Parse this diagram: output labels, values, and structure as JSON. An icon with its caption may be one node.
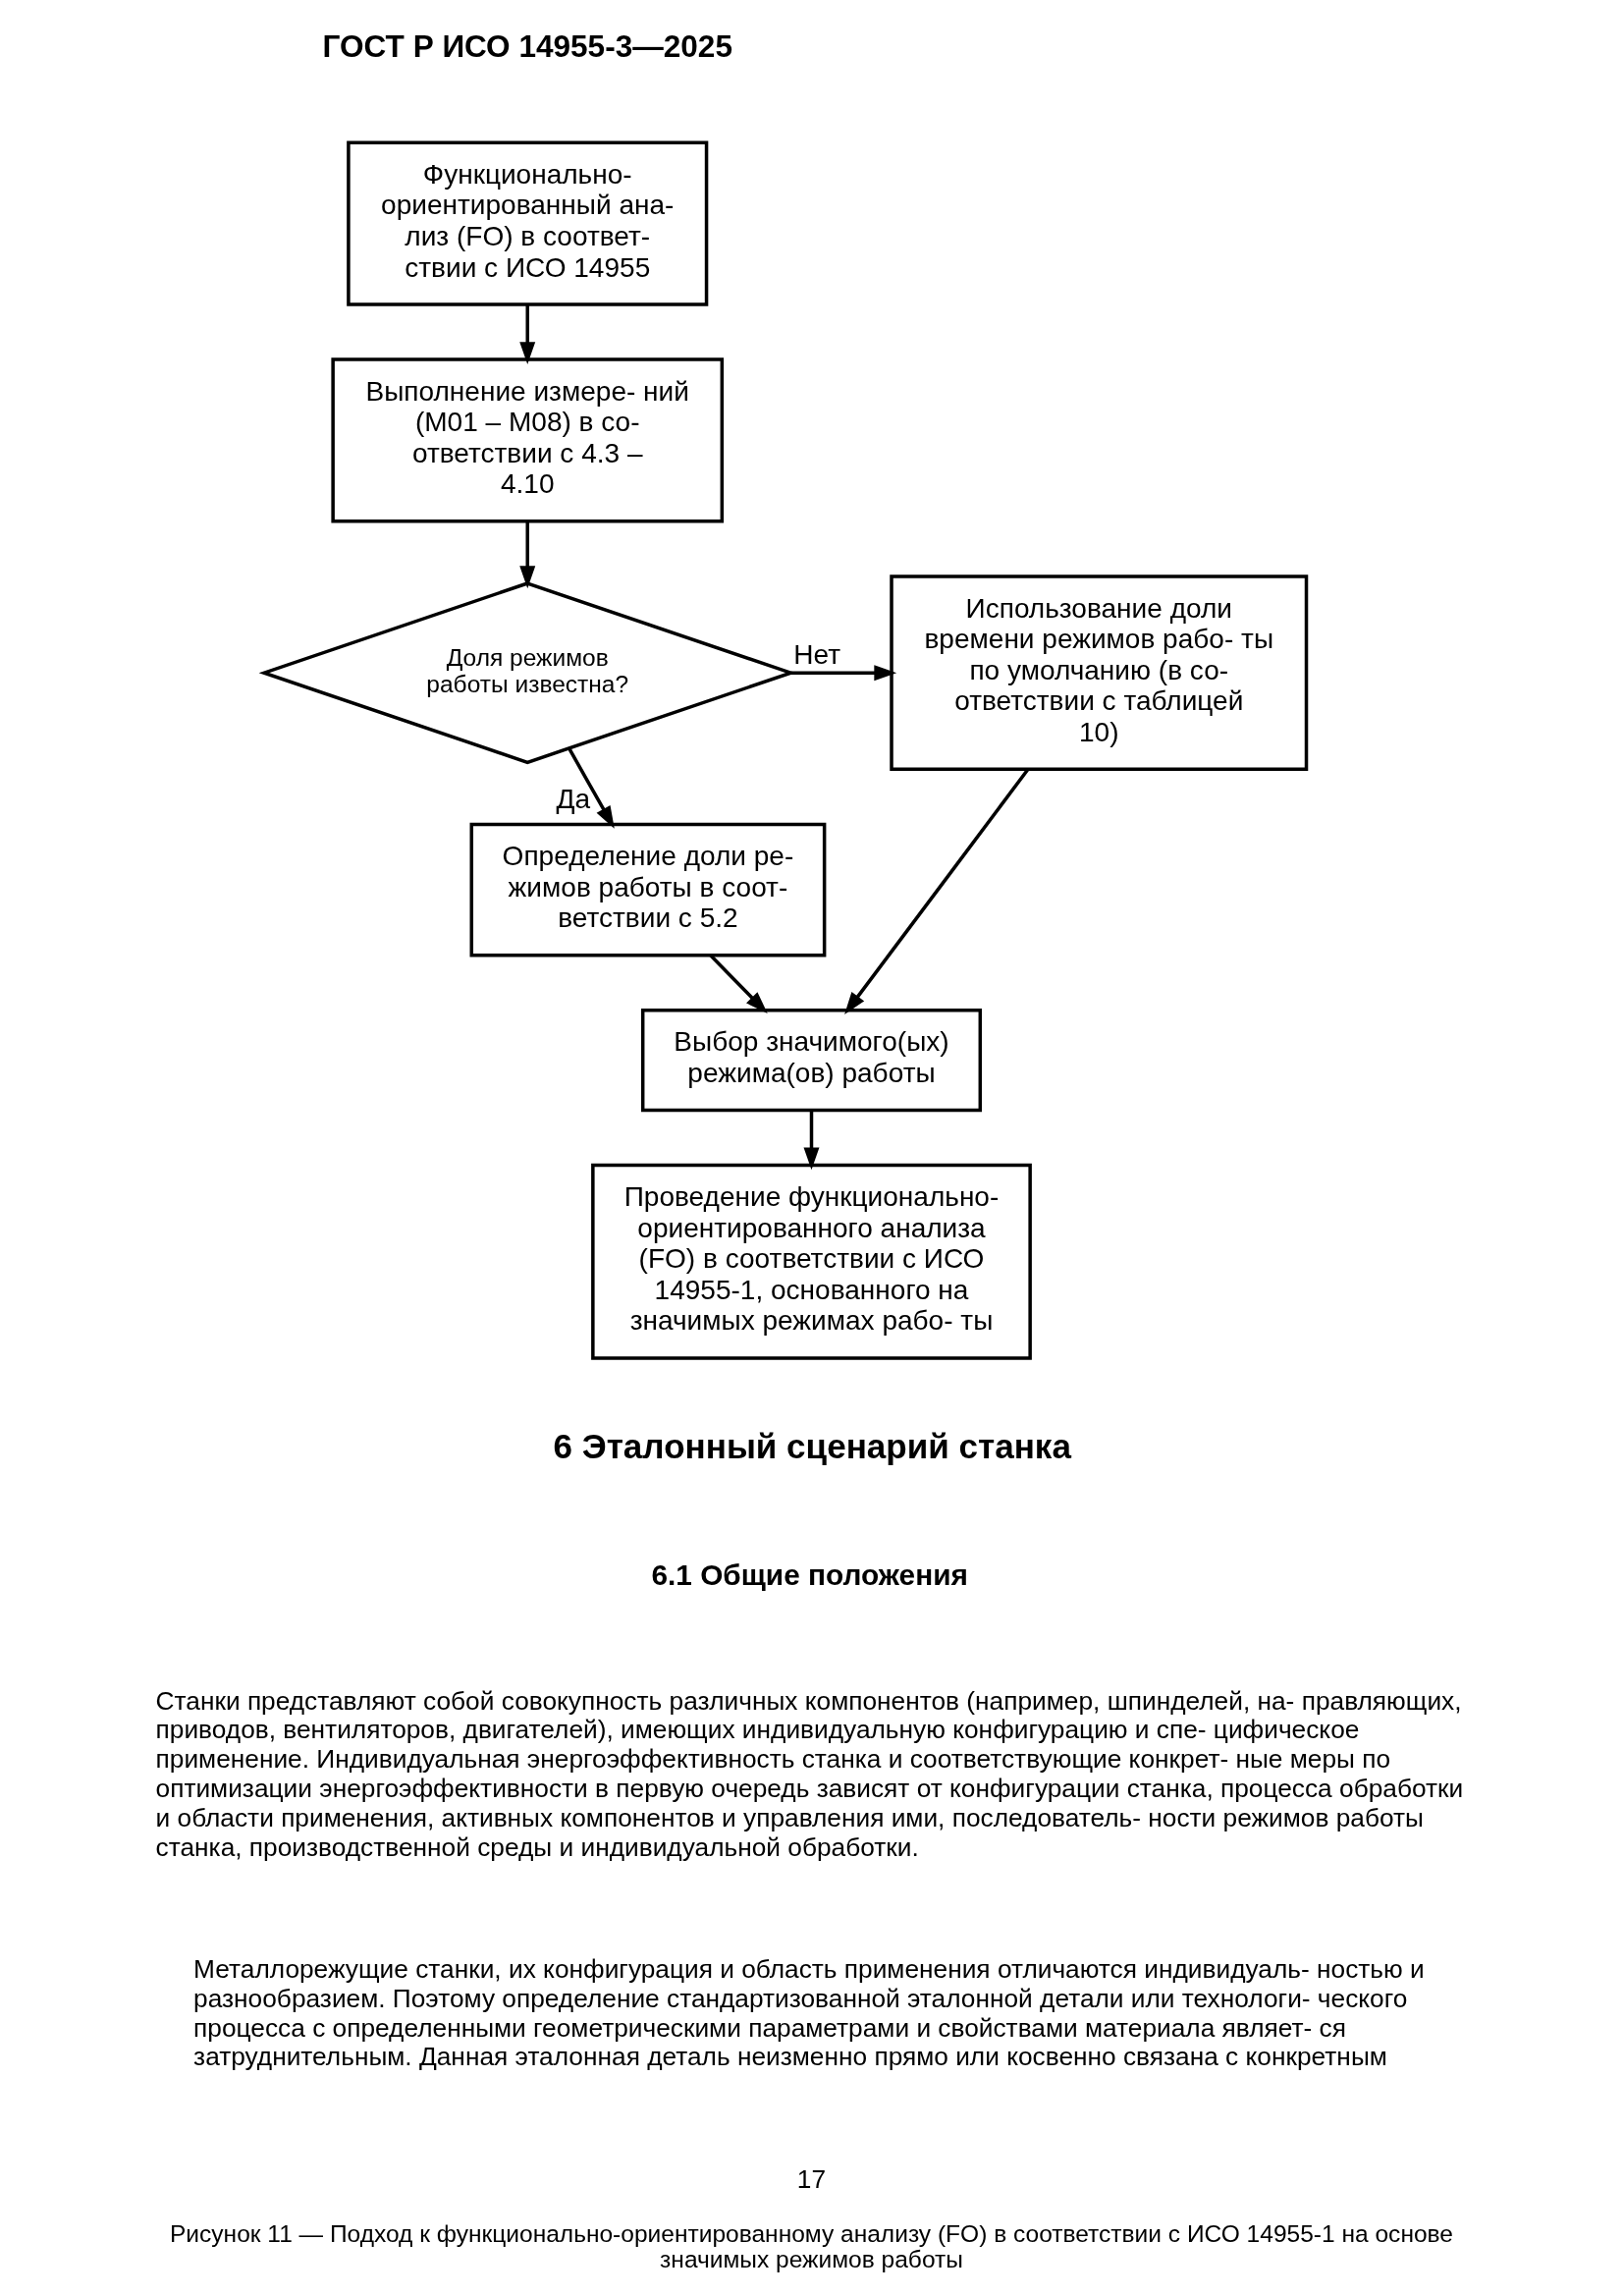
{
  "diagram": {
    "caption": "Рисунок 11 — Подход к функционально-ориентированному анализу (FO) в соответствии с ИСО 14955-1 на основе значимых режимов работы",
    "nodes": [
      {
        "text": [
          "Функционально- ориентированный ана- лиз (FO) в соответ- ствии с ИСО 14955"
        ]
      },
      {
        "text": [
          "Выполнение измере- ний (M01 – M08) в со- ответствии с 4.3 – 4.10"
        ]
      },
      {
        "text": [
          "Доля режимов работы известна?"
        ]
      },
      {
        "text": [
          "Использование доли времени режимов рабо- ты по умолчанию (в со- ответствии с таблицей 10)"
        ]
      },
      {
        "text": [
          "Определение доли ре- жимов работы в соот- ветствии с 5.2"
        ]
      },
      {
        "text": [
          "Выбор значимого(ых) режима(ов) работы"
        ]
      },
      {
        "text": [
          "Проведение функционально- ориентированного анализа (FO) в соответствии с ИСО 14955-1, основанного на значимых режимах рабо- ты"
        ]
      }
    ],
    "edges": [
      {
        "from": 0,
        "to": 1,
        "arrow": "to"
      },
      {
        "from": 1,
        "to": 2,
        "arrow": "to"
      },
      {
        "from": 2,
        "to": 3,
        "arrow": "to",
        "label": "Нет"
      },
      {
        "from": 2,
        "to": 4,
        "arrow": "to",
        "label": "Да"
      },
      {
        "from": 4,
        "to": 5,
        "arrow": "to"
      },
      {
        "from": 3,
        "to": 5,
        "arrow": "to"
      },
      {
        "from": 5,
        "to": 6,
        "arrow": "to"
      }
    ],
    "labels": [
      "ГОСТ Р ИСО 14955-3—2025",
      "6 Эталонный сценарий станка",
      "6.1 Общие положения",
      "Станки представляют собой совокупность различных компонентов (например, шпинделей, на- правляющих, приводов, вентиляторов, двигателей), имеющих индивидуальную конфигурацию и спе- цифическое применение. Индивидуальная энергоэффективность станка и соответствующие конкрет- ные меры по оптимизации энергоэффективности в первую очередь зависят от конфигурации станка, процесса обработки и области применения, активных компонентов и управления ими, последователь- ности режимов работы станка, производственной среды и индивидуальной обработки.",
      "Металлорежущие станки, их конфигурация и область применения отличаются индивидуаль- ностью и разнообразием. Поэтому определение стандартизованной эталонной детали или технологи- ческого процесса с определенными геометрическими параметрами и свойствами материала являет- ся затруднительным. Данная эталонная деталь неизменно прямо или косвенно связана с конкретным",
      "17"
    ]
  }
}
